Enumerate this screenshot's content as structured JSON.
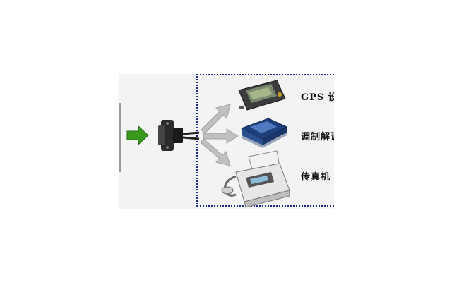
{
  "devices": [
    {
      "name": "gps",
      "label": "GPS 设"
    },
    {
      "name": "modem",
      "label": "调制解调"
    },
    {
      "name": "fax",
      "label": "传真机"
    }
  ],
  "colors": {
    "box_border": "#1a2a8a",
    "green_arrow": "#3a9a1e",
    "gray_arrow": "#b8b8b8",
    "panel": "#f3f3f3"
  },
  "icons": [
    "green-arrow-icon",
    "serial-connector-icon",
    "gps-device-icon",
    "modem-device-icon",
    "fax-machine-icon"
  ]
}
